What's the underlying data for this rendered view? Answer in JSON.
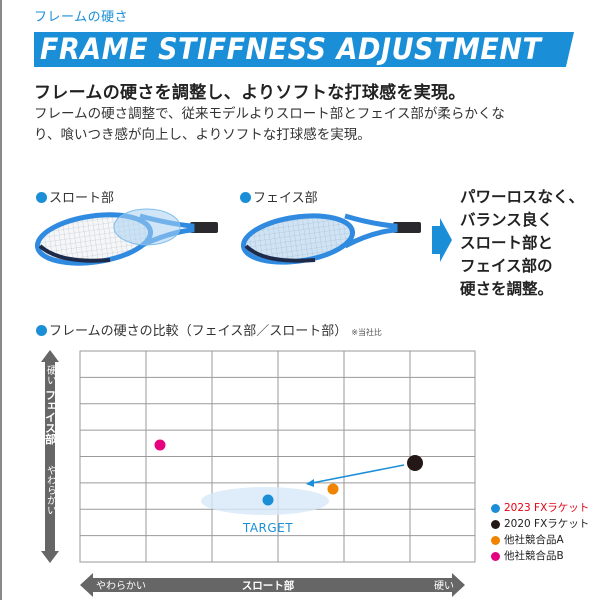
{
  "header": {
    "kicker": "フレームの硬さ",
    "banner_title": "FRAME STIFFNESS ADJUSTMENT",
    "headline": "フレームの硬さを調整し、よりソフトな打球感を実現。",
    "body_line1": "フレームの硬さ調整で、従来モデルよりスロート部とフェイス部が柔らかくな",
    "body_line2": "り、喰いつき感が向上し、よりソフトな打球感を実現。"
  },
  "illustrations": {
    "throat_label": "スロート部",
    "face_label": "フェイス部",
    "arrow_icon": "right-arrow-icon",
    "callout_lines": [
      "パワーロスなく、",
      "バランス良く",
      "スロート部と",
      "フェイス部の",
      "硬さを調整。"
    ]
  },
  "chart_title": {
    "text": "フレームの硬さの比較（フェイス部／スロート部）",
    "note": "※当社比"
  },
  "colors": {
    "brand_blue": "#1a8fd8",
    "grid": "#9a9a9a",
    "axis_arrow": "#666666",
    "target_fill": "#dcebf8",
    "legend_red": "#e60012"
  },
  "chart_data": {
    "type": "scatter",
    "title": "フレームの硬さの比較（フェイス部／スロート部）",
    "note": "※当社比",
    "xlabel": "スロート部",
    "ylabel": "フェイス部",
    "x_axis_ends": {
      "low": "やわらかい",
      "high": "硬い"
    },
    "y_axis_ends": {
      "low": "やわらかい",
      "high": "硬い"
    },
    "grid": {
      "columns": 6,
      "rows": 8,
      "on": true
    },
    "xlim": [
      0,
      6
    ],
    "ylim": [
      0,
      8
    ],
    "series": [
      {
        "name": "2023 FXラケット",
        "color": "#1a8fd8",
        "x": 2.85,
        "y": 2.35,
        "label_color": "#e60012"
      },
      {
        "name": "2020 FXラケット",
        "color": "#231815",
        "x": 5.07,
        "y": 3.8,
        "label_color": "#222222"
      },
      {
        "name": "他社競合品A",
        "color": "#f08300",
        "x": 3.85,
        "y": 2.8,
        "label_color": "#222222"
      },
      {
        "name": "他社競合品B",
        "color": "#e4007f",
        "x": 1.2,
        "y": 4.45,
        "label_color": "#222222"
      }
    ],
    "annotations": [
      {
        "type": "ellipse",
        "label": "TARGET",
        "cx": 2.8,
        "cy": 2.3,
        "rx": 0.97,
        "ry": 0.53
      },
      {
        "type": "arrow",
        "from": "2020 FXラケット",
        "to": [
          3.4,
          2.95
        ]
      }
    ],
    "legend_position": "right-bottom"
  }
}
